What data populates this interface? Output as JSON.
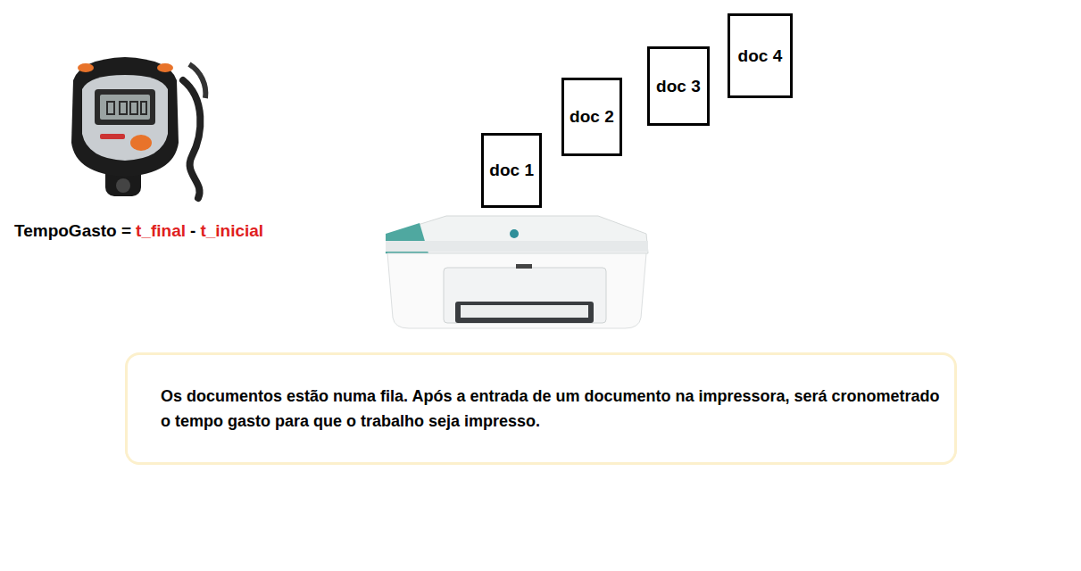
{
  "diagram": {
    "nodes": [
      {
        "text": [
          "doc 1"
        ]
      },
      {
        "text": [
          "doc 2"
        ]
      },
      {
        "text": [
          "doc 3"
        ]
      },
      {
        "text": [
          "doc 4"
        ]
      },
      {
        "text": [
          "Os documentos estão numa fila. Após a entrada de um documento na impressora, será cronometrado o tempo gasto para que o trabalho seja impresso."
        ]
      }
    ],
    "labels": [
      "TempoGasto =",
      "t_final",
      "-",
      "t_inicial"
    ]
  }
}
